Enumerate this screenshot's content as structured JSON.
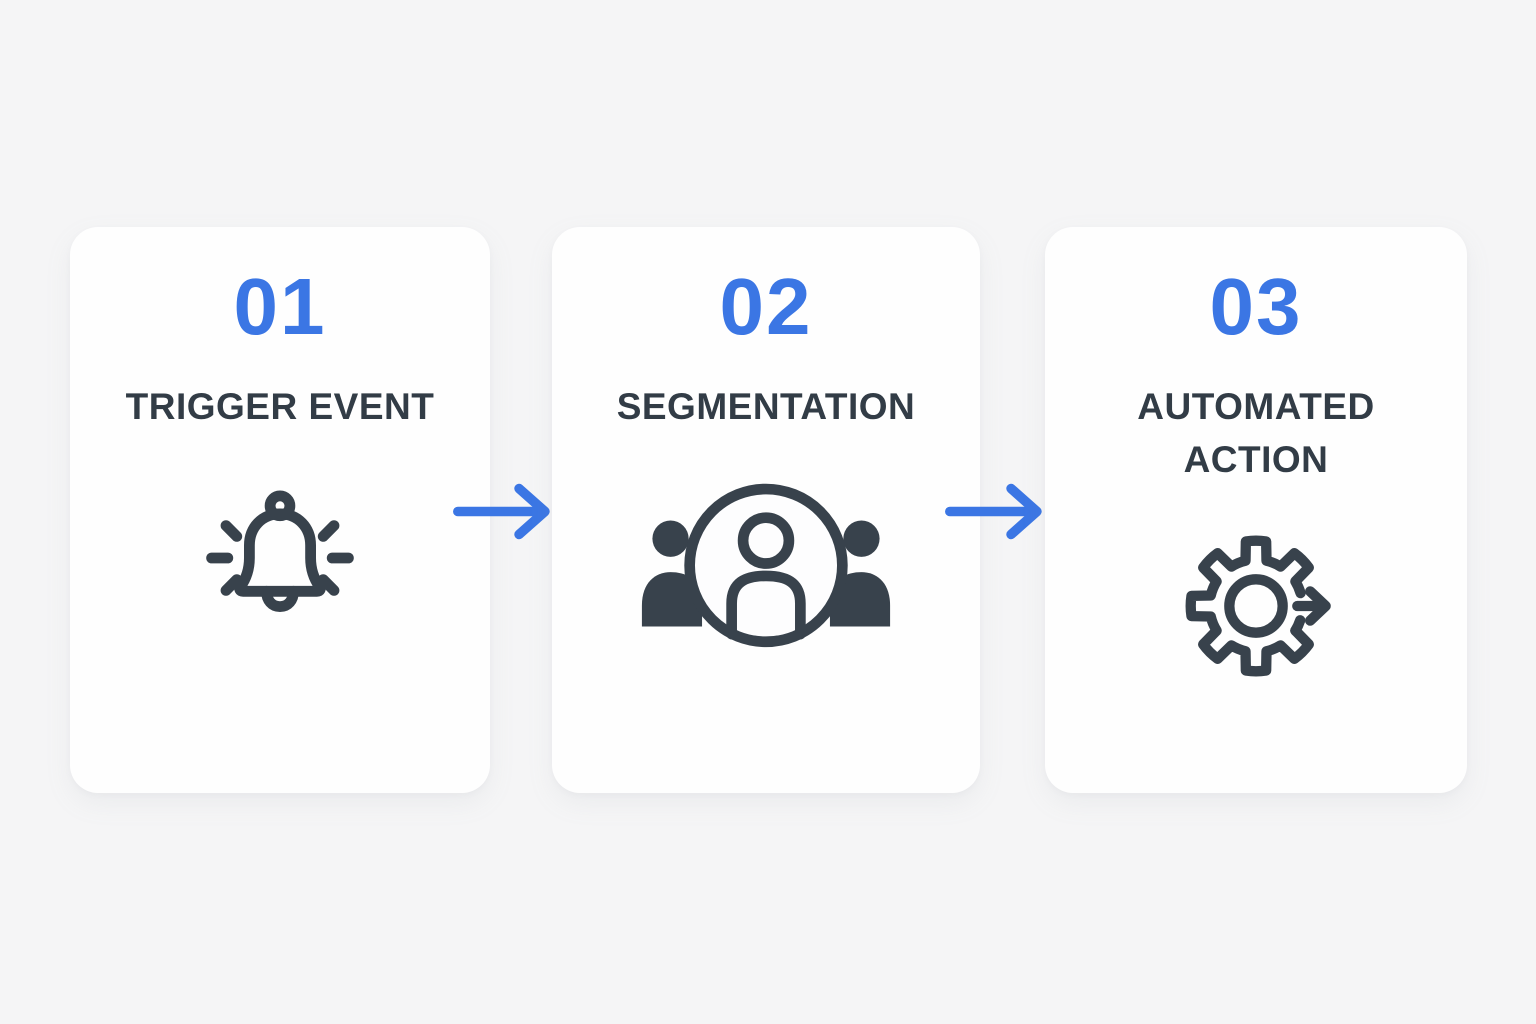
{
  "infographic": {
    "background_color": "#f5f5f6",
    "card_color": "#fefefe",
    "accent_color": "#3b76e4",
    "icon_color": "#38424c",
    "title_color": "#323c46",
    "steps": [
      {
        "number": "01",
        "title": "TRIGGER EVENT",
        "icon": "bell-alert-icon"
      },
      {
        "number": "02",
        "title": "SEGMENTATION",
        "icon": "audience-segmentation-icon"
      },
      {
        "number": "03",
        "title": "AUTOMATED ACTION",
        "icon": "automation-gear-icon"
      }
    ],
    "connectors": [
      {
        "icon": "arrow-right-icon"
      },
      {
        "icon": "arrow-right-icon"
      }
    ]
  }
}
